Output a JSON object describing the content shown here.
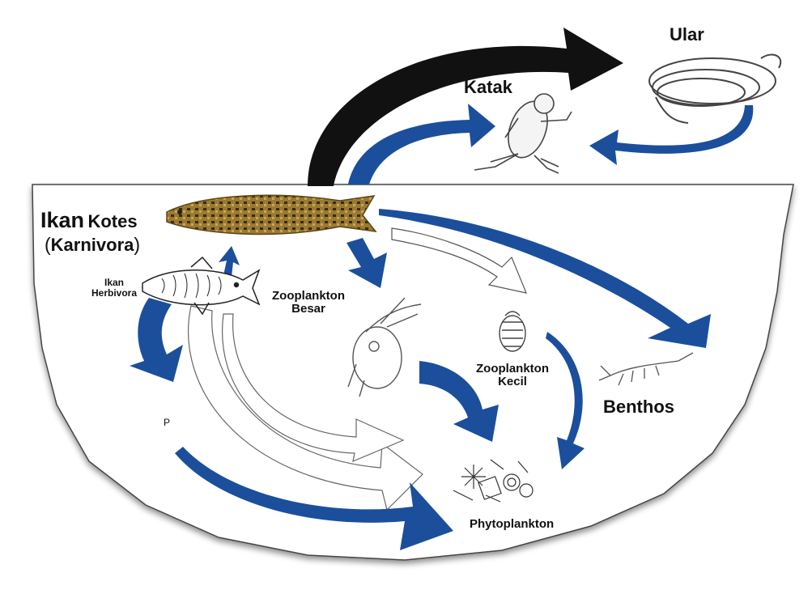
{
  "labels": {
    "ular": "Ular",
    "katak": "Katak",
    "ikan_kotes_1": "Ikan",
    "ikan_kotes_2": "Kotes",
    "karnivora": "Karnivora",
    "ikan_herbivora_1": "Ikan",
    "ikan_herbivora_2": "Herbivora",
    "zooplankton_besar_1": "Zooplankton",
    "zooplankton_besar_2": "Besar",
    "zooplankton_kecil_1": "Zooplankton",
    "zooplankton_kecil_2": "Kecil",
    "benthos": "Benthos",
    "p": "P",
    "phytoplankton": "Phytoplankton"
  },
  "colors": {
    "arrow_blue": "#1b4f9c",
    "arrow_black": "#111111",
    "fish_brown": "#8a6a28",
    "outline": "#555555"
  },
  "icons": [
    "snake-icon",
    "frog-icon",
    "carnivore-fish-icon",
    "herbivore-fish-icon",
    "zooplankton-large-icon",
    "zooplankton-small-icon",
    "benthos-icon",
    "phytoplankton-icon"
  ]
}
